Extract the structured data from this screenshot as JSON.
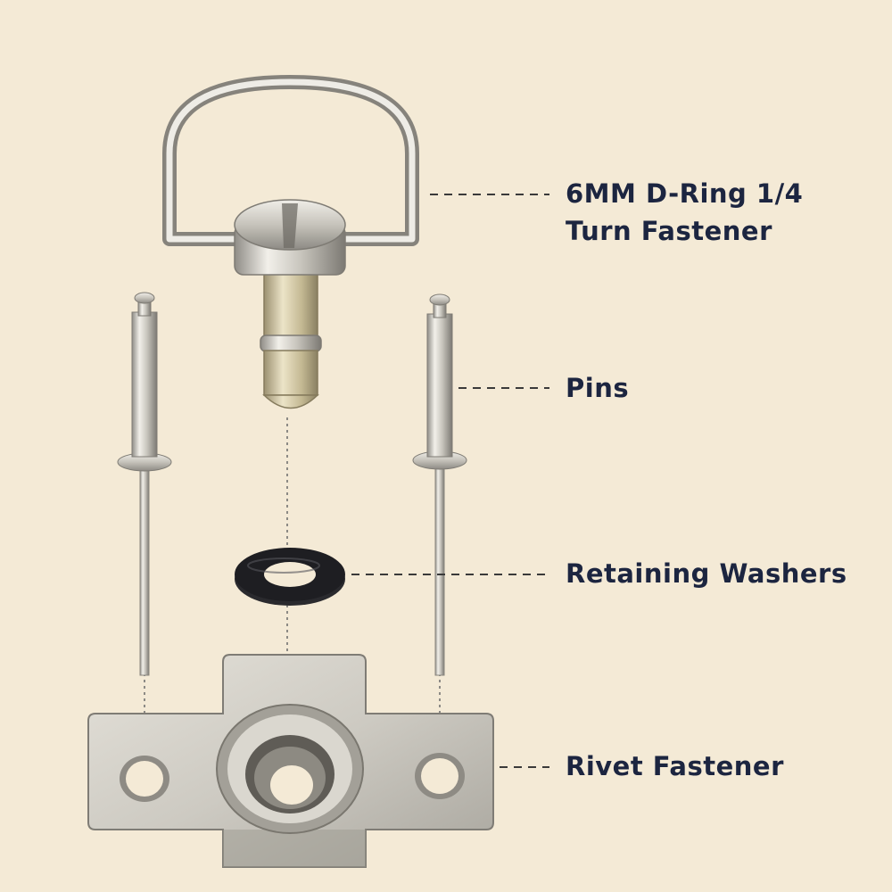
{
  "colors": {
    "background": "#f4ead6",
    "label_text": "#1c2540",
    "metal": "#c9c6bd",
    "washer": "#1e1e22"
  },
  "parts": {
    "d_ring_fastener": {
      "label_line1": "6MM D-Ring 1/4",
      "label_line2": "Turn Fastener"
    },
    "pins": {
      "label": "Pins"
    },
    "retaining_washers": {
      "label": "Retaining Washers"
    },
    "rivet_fastener": {
      "label": "Rivet Fastener"
    }
  }
}
